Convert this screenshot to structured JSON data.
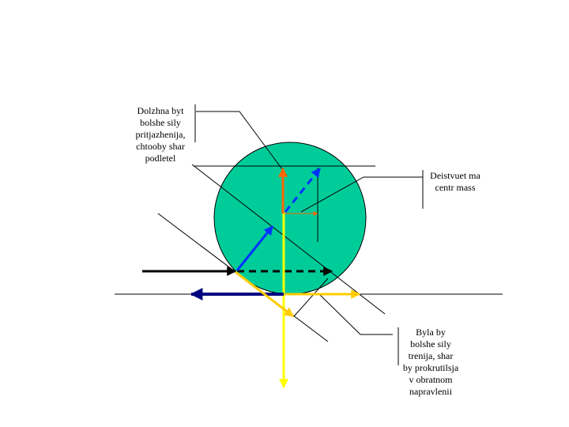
{
  "labels": {
    "gravity_note": [
      "Dolzhna byt",
      "bolshe sily",
      "pritjazhenija,",
      "chtooby shar",
      "podletel"
    ],
    "center_note": [
      "Deistvuet ma",
      "centr mass"
    ],
    "friction_note": [
      "Byla by",
      "bolshe sily",
      "trenija, shar",
      "by prokrutilsja",
      "v obratnom",
      "napravlenii"
    ]
  },
  "colors": {
    "ball": "#00CC99",
    "applied_force": "#000000",
    "velocity": "#0033FF",
    "lift_force": "#FF6600",
    "gravity": "#FFFF00",
    "friction": "#000080",
    "reaction": "#FFCC00"
  }
}
